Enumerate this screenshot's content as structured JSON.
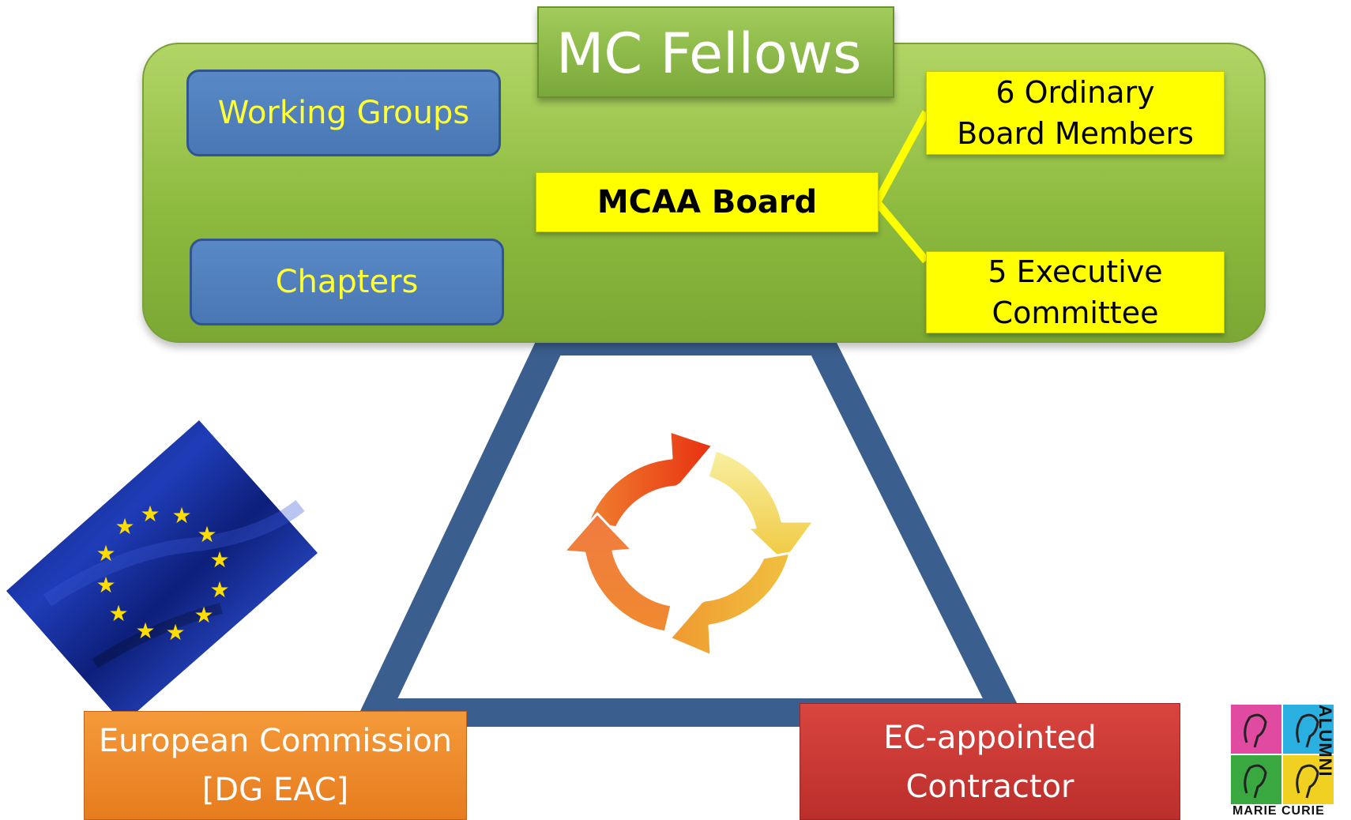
{
  "title": "MC Fellows",
  "working_groups": "Working Groups",
  "chapters": "Chapters",
  "mcaa_board": "MCAA Board",
  "ordinary_members": [
    "6 Ordinary",
    "Board Members"
  ],
  "executive_committee": [
    "5 Executive",
    "Committee"
  ],
  "european_commission": [
    "European Commission",
    "[DG EAC]"
  ],
  "contractor": [
    "EC-appointed",
    "Contractor"
  ],
  "logo": {
    "bottom_text": "MARIE CURIE",
    "side_text": "ALUMNI"
  },
  "icons": [
    "eu-flag-icon",
    "cycle-arrows-icon",
    "marie-curie-alumni-logo"
  ],
  "colors": {
    "green": "#8dbb3f",
    "blue_box": "#4f7fbf",
    "yellow": "#ffff00",
    "triangle": "#3a5f8e",
    "orange": "#ef8a2c",
    "red": "#c9393a"
  }
}
